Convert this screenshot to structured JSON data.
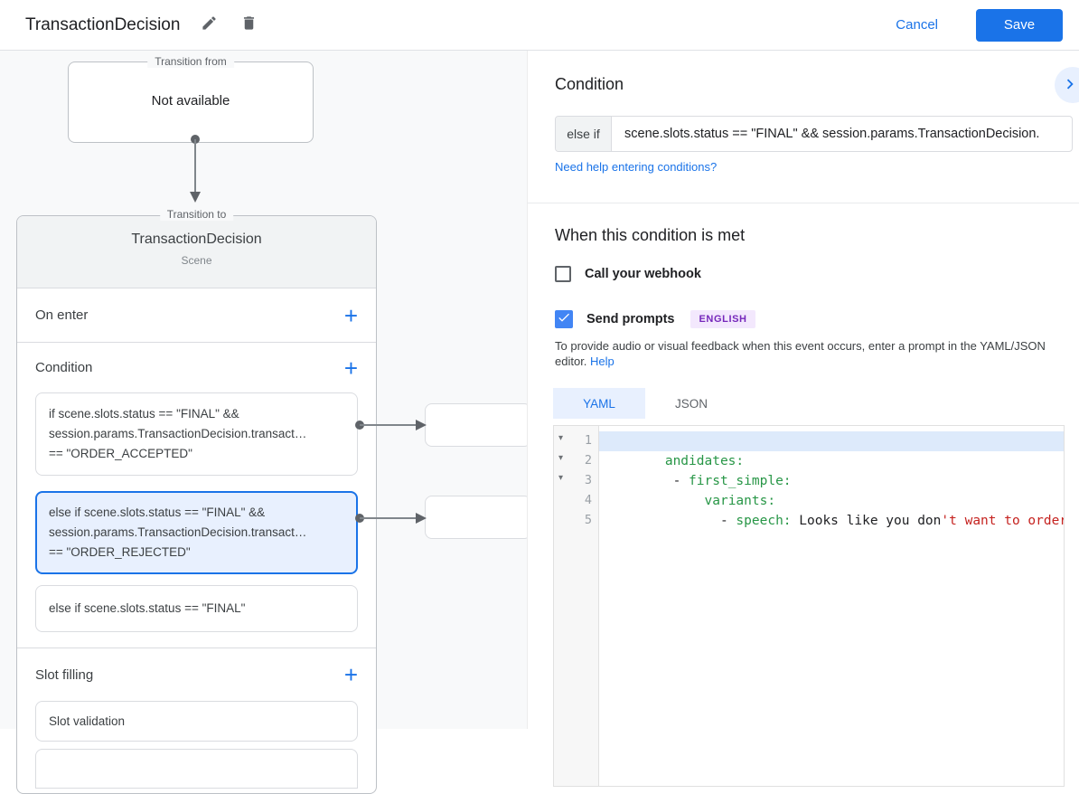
{
  "header": {
    "title": "TransactionDecision",
    "cancel_label": "Cancel",
    "save_label": "Save"
  },
  "diagram": {
    "transition_from": {
      "legend": "Transition from",
      "content": "Not available"
    },
    "scene": {
      "legend": "Transition to",
      "title": "TransactionDecision",
      "subtitle": "Scene",
      "on_enter_label": "On enter",
      "condition_label": "Condition",
      "slot_filling_label": "Slot filling",
      "add_label": "+",
      "conditions": [
        {
          "lines": [
            "if scene.slots.status == \"FINAL\" &&",
            "session.params.TransactionDecision.transact…",
            "== \"ORDER_ACCEPTED\""
          ]
        },
        {
          "lines": [
            "else if scene.slots.status == \"FINAL\" &&",
            "session.params.TransactionDecision.transact…",
            "== \"ORDER_REJECTED\""
          ]
        },
        {
          "lines": [
            "else if scene.slots.status == \"FINAL\""
          ]
        }
      ],
      "slots": [
        {
          "label": "Slot validation"
        }
      ]
    }
  },
  "panel": {
    "title": "Condition",
    "condition_input": {
      "prefix": "else if",
      "value": "scene.slots.status == \"FINAL\" && session.params.TransactionDecision."
    },
    "help_link": "Need help entering conditions?",
    "when_met": {
      "title": "When this condition is met",
      "webhook_label": "Call your webhook",
      "prompts_label": "Send prompts",
      "language_badge": "ENGLISH",
      "description": "To provide audio or visual feedback when this event occurs, enter a prompt in the YAML/JSON editor.",
      "help_label": "Help"
    },
    "editor": {
      "tabs": [
        "YAML",
        "JSON"
      ],
      "gutter": [
        {
          "num": "1"
        },
        {
          "num": "2"
        },
        {
          "num": "3"
        },
        {
          "num": "4"
        },
        {
          "num": "5"
        }
      ],
      "lines": [
        {
          "s": [
            {
              "c": "key",
              "t": "andidates:"
            }
          ]
        },
        {
          "s": [
            {
              "c": "plain",
              "t": " - "
            },
            {
              "c": "key",
              "t": "first_simple:"
            }
          ]
        },
        {
          "s": [
            {
              "c": "plain",
              "t": "     "
            },
            {
              "c": "key",
              "t": "variants:"
            }
          ]
        },
        {
          "s": [
            {
              "c": "plain",
              "t": "       - "
            },
            {
              "c": "key",
              "t": "speech:"
            },
            {
              "c": "plain",
              "t": " Looks like you don"
            },
            {
              "c": "str",
              "t": "'t want to order anyt"
            }
          ]
        }
      ]
    }
  },
  "colors": {
    "accent_blue": "#1a73e8",
    "checkbox_blue": "#4285f4",
    "selected_card_bg": "#e8f0fe",
    "badge_bg": "#f3e8fd",
    "badge_text": "#7627bb",
    "code_key_green": "#279646",
    "code_string_red": "#c5221f",
    "line_highlight": "#ddeafb",
    "canvas_bg": "#f8f9fa"
  }
}
